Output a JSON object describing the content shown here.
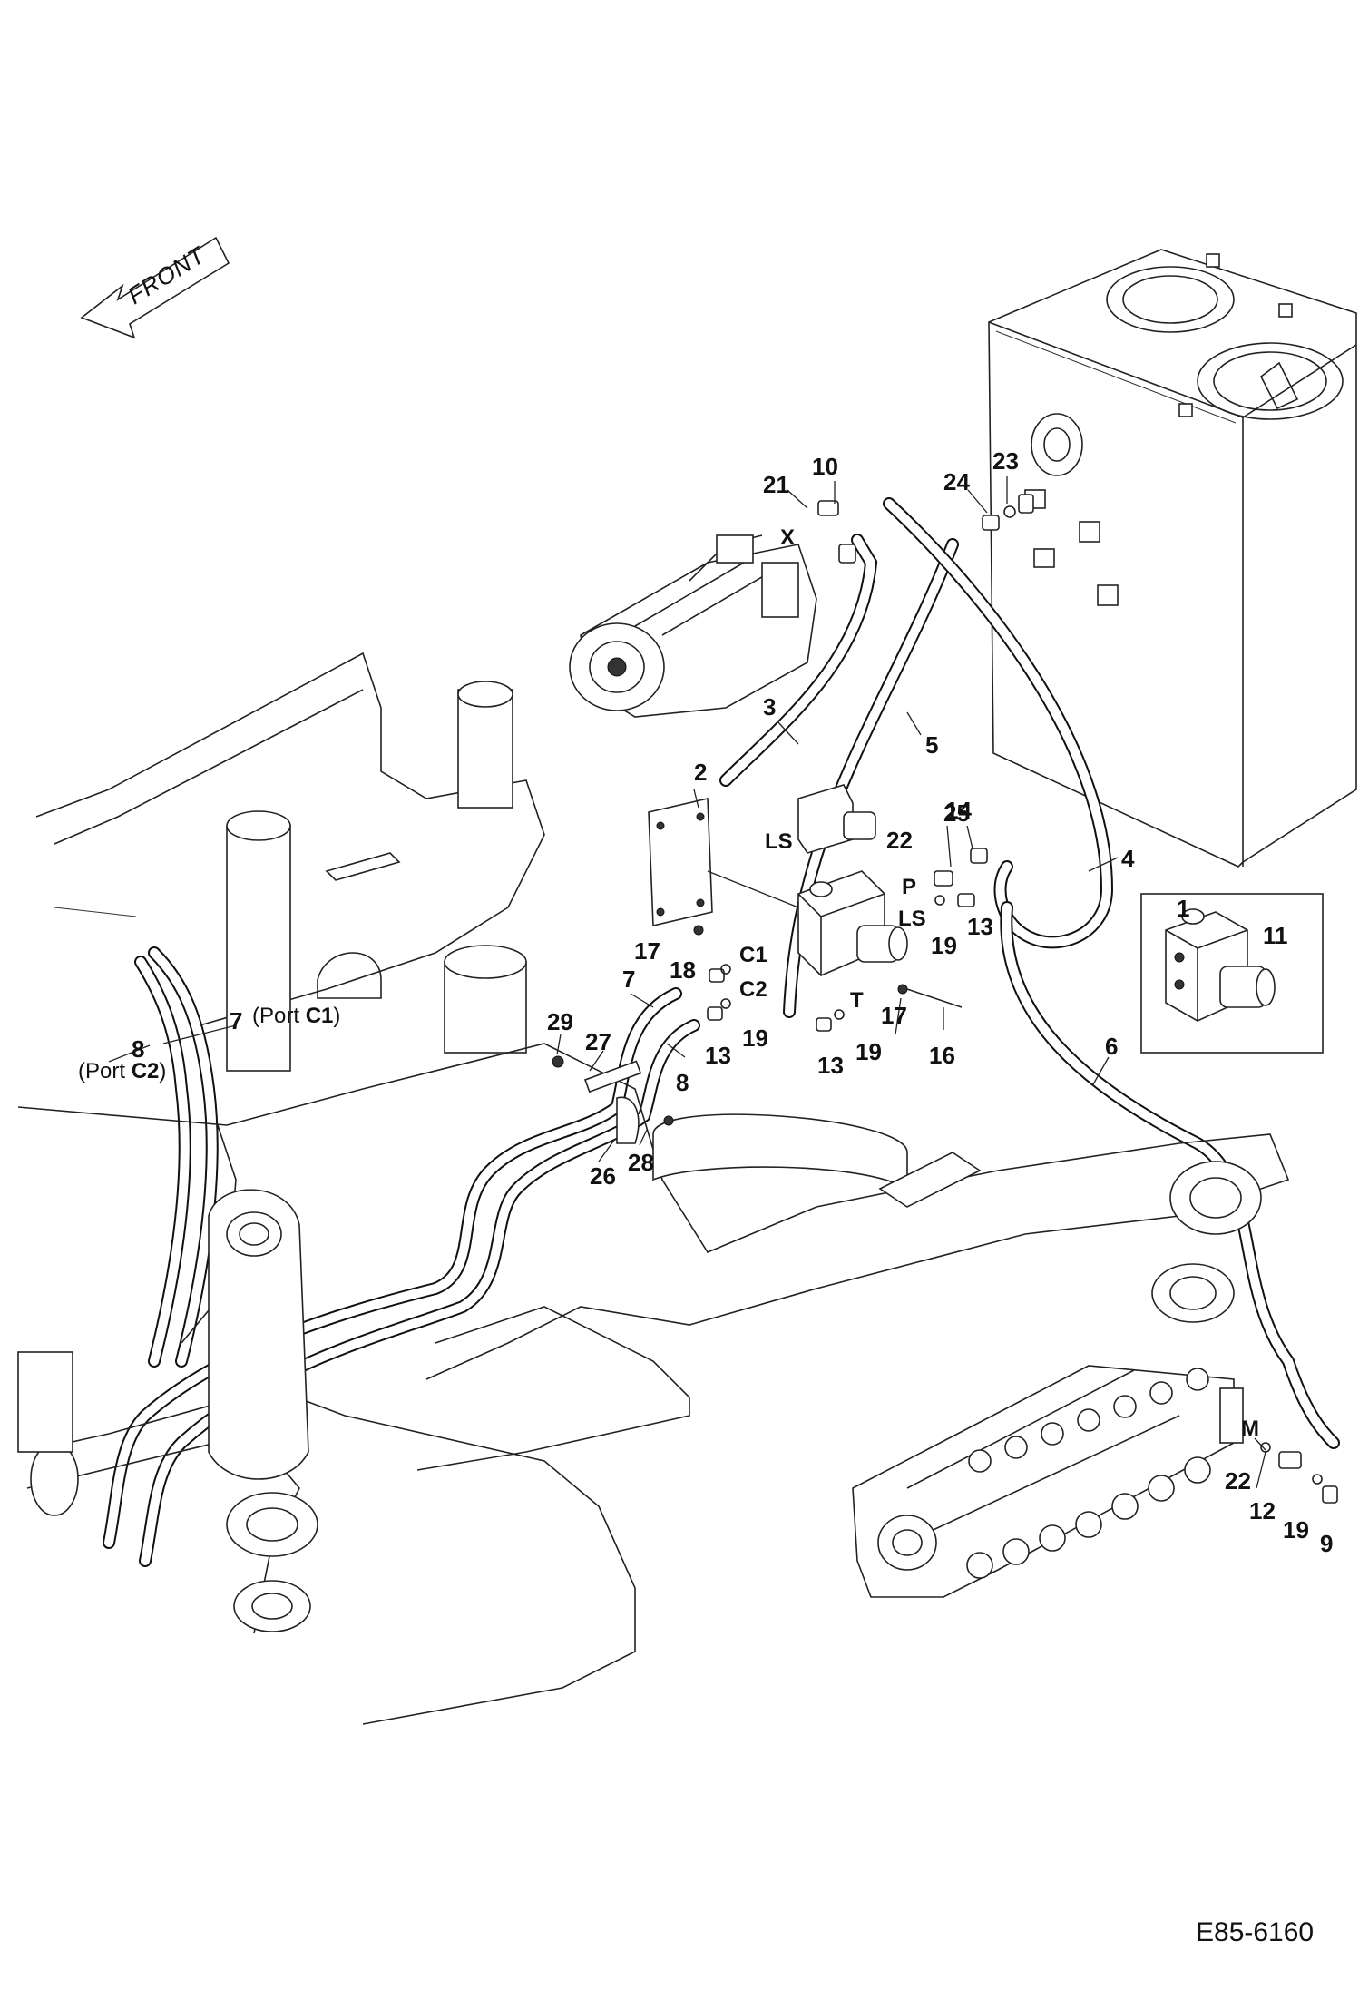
{
  "direction": {
    "label": "FRONT",
    "icon": "front-arrow-icon"
  },
  "diagram_code": "E85-6160",
  "parts": [
    {
      "key": "p1",
      "text": "1"
    },
    {
      "key": "p2",
      "text": "2"
    },
    {
      "key": "p3",
      "text": "3"
    },
    {
      "key": "p4",
      "text": "4"
    },
    {
      "key": "p5",
      "text": "5"
    },
    {
      "key": "p6",
      "text": "6"
    },
    {
      "key": "p7a",
      "text": "7"
    },
    {
      "key": "p7b",
      "text": "7"
    },
    {
      "key": "p8a",
      "text": "8"
    },
    {
      "key": "p8b",
      "text": "8"
    },
    {
      "key": "p9",
      "text": "9"
    },
    {
      "key": "p10",
      "text": "10"
    },
    {
      "key": "p11",
      "text": "11"
    },
    {
      "key": "p12",
      "text": "12"
    },
    {
      "key": "p13a",
      "text": "13"
    },
    {
      "key": "p13b",
      "text": "13"
    },
    {
      "key": "p13c",
      "text": "13"
    },
    {
      "key": "p14",
      "text": "14"
    },
    {
      "key": "p16",
      "text": "16"
    },
    {
      "key": "p17a",
      "text": "17"
    },
    {
      "key": "p17b",
      "text": "17"
    },
    {
      "key": "p18",
      "text": "18"
    },
    {
      "key": "p19a",
      "text": "19"
    },
    {
      "key": "p19b",
      "text": "19"
    },
    {
      "key": "p19c",
      "text": "19"
    },
    {
      "key": "p19d",
      "text": "19"
    },
    {
      "key": "p21",
      "text": "21"
    },
    {
      "key": "p22a",
      "text": "22"
    },
    {
      "key": "p22b",
      "text": "22"
    },
    {
      "key": "p23",
      "text": "23"
    },
    {
      "key": "p24",
      "text": "24"
    },
    {
      "key": "p25",
      "text": "25"
    },
    {
      "key": "p26",
      "text": "26"
    },
    {
      "key": "p27",
      "text": "27"
    },
    {
      "key": "p28",
      "text": "28"
    },
    {
      "key": "p29",
      "text": "29"
    }
  ],
  "ports": [
    {
      "key": "X",
      "text": "X"
    },
    {
      "key": "LS1",
      "text": "LS"
    },
    {
      "key": "LS2",
      "text": "LS"
    },
    {
      "key": "P",
      "text": "P"
    },
    {
      "key": "C1",
      "text": "C1"
    },
    {
      "key": "C2",
      "text": "C2"
    },
    {
      "key": "T",
      "text": "T"
    },
    {
      "key": "M",
      "text": "M"
    }
  ],
  "port_notes": {
    "c1": {
      "prefix": "(Port ",
      "port": "C1",
      "suffix": ")"
    },
    "c2": {
      "prefix": "(Port ",
      "port": "C2",
      "suffix": ")"
    }
  }
}
